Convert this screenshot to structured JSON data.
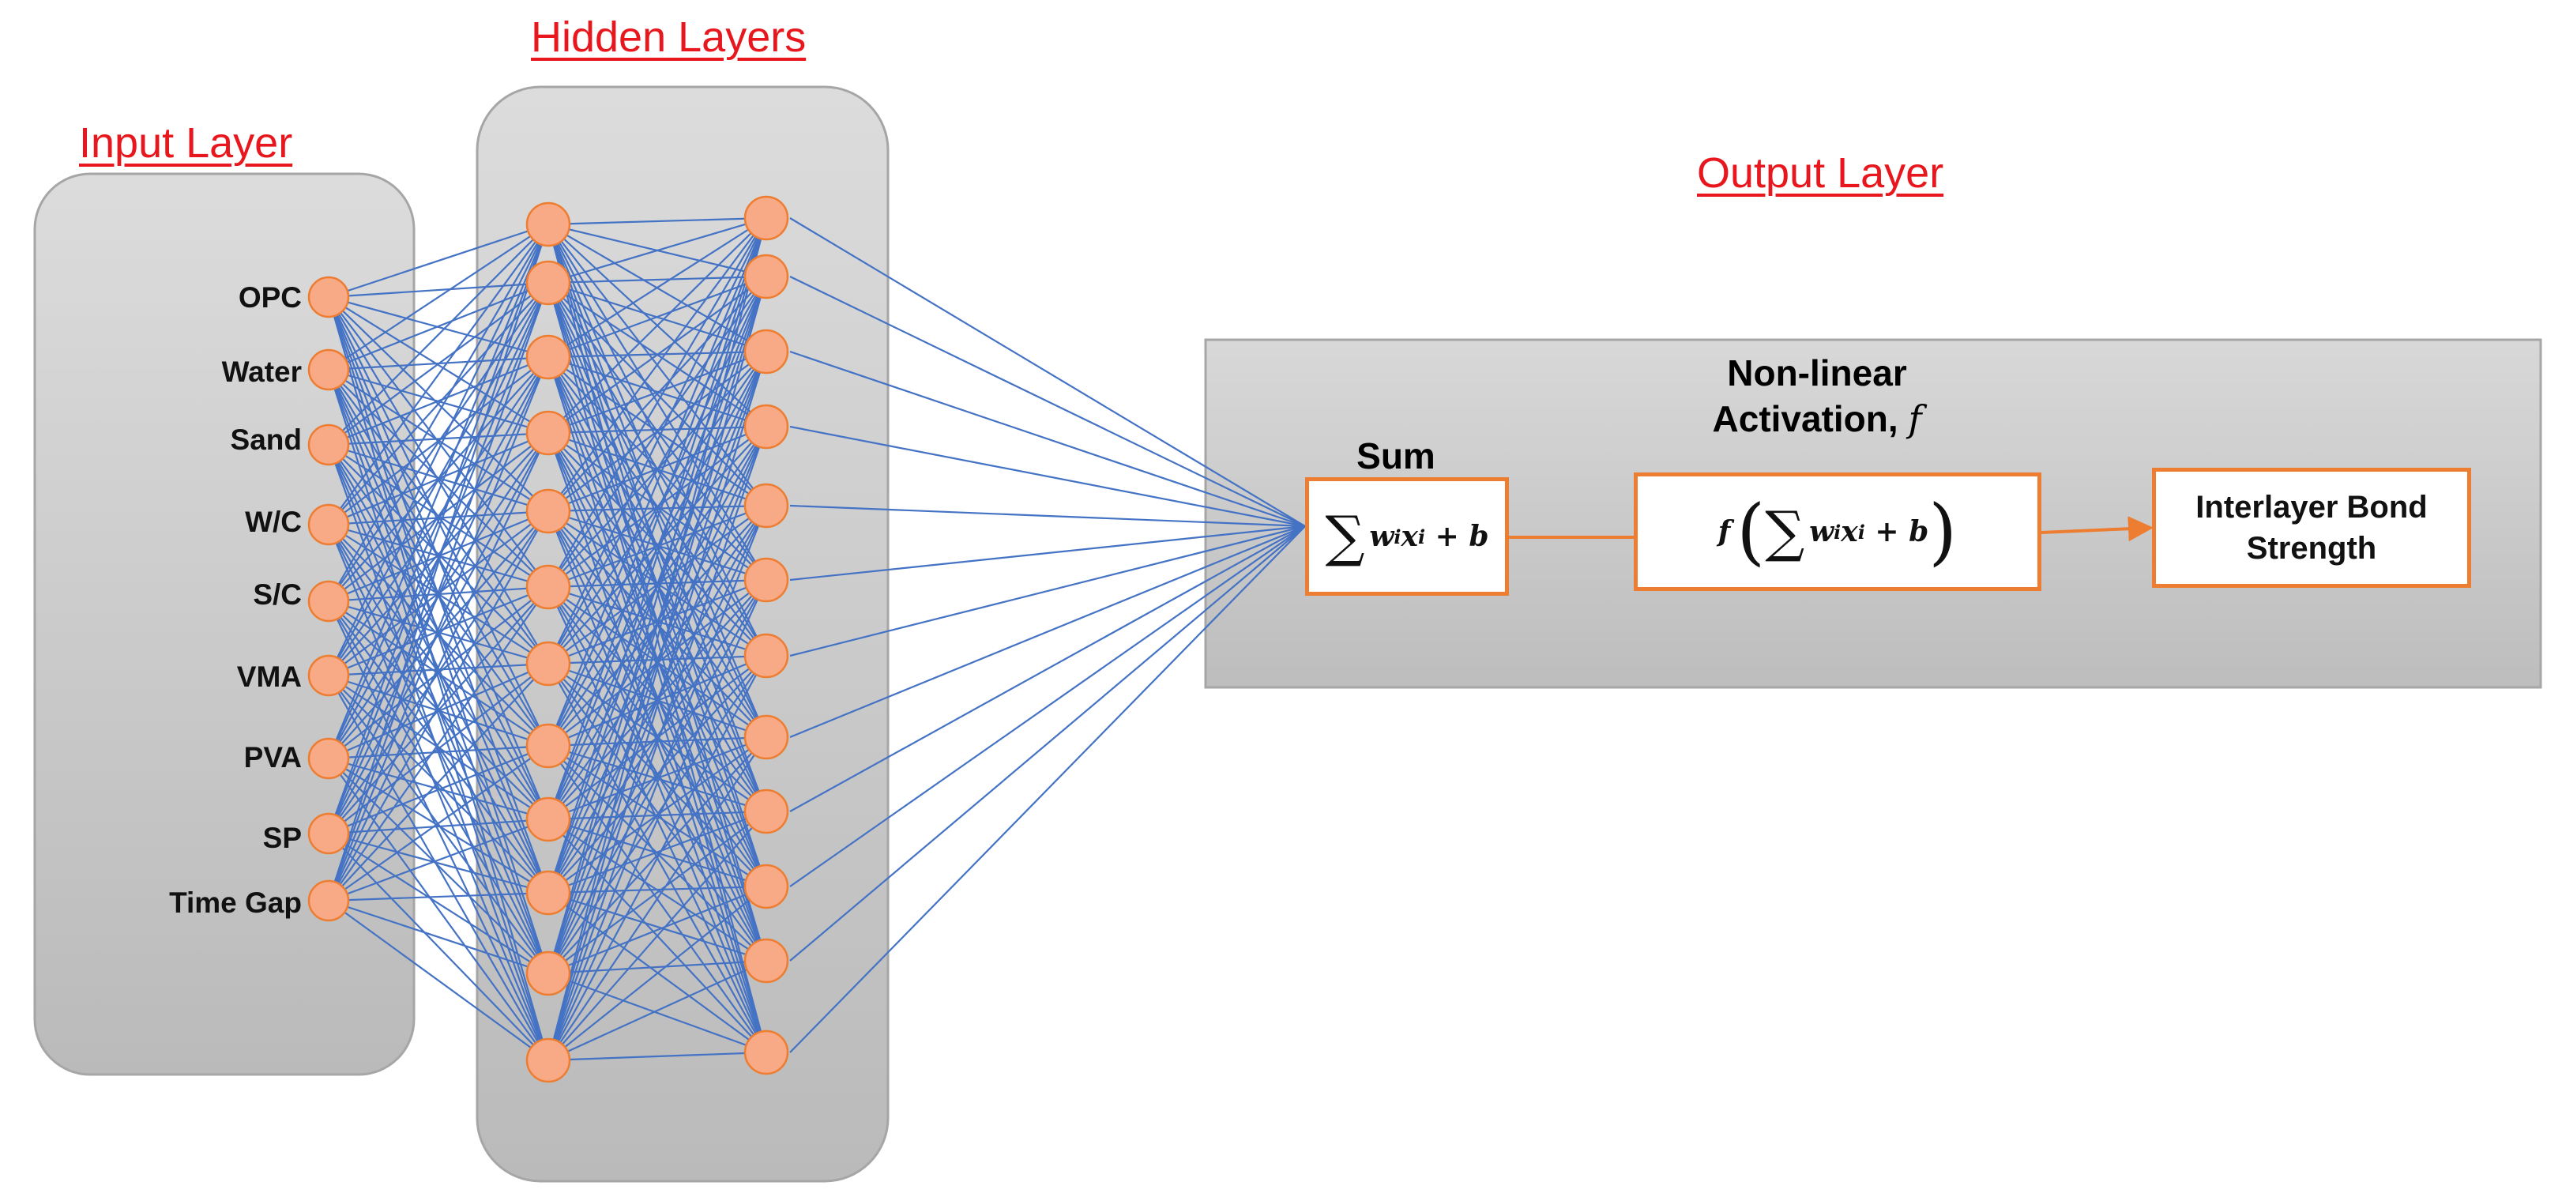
{
  "titles": {
    "input_layer": "Input Layer",
    "hidden_layers": "Hidden Layers",
    "output_layer": "Output Layer"
  },
  "inputs": [
    "OPC",
    "Water",
    "Sand",
    "W/C",
    "S/C",
    "VMA",
    "PVA",
    "SP",
    "Time Gap"
  ],
  "hidden_layer_sizes": [
    12,
    12
  ],
  "output": {
    "activation_label_line1": "Non-linear",
    "activation_label_line2": "Activation, ",
    "activation_symbol": "f",
    "sum_label": "Sum",
    "sum_formula": {
      "sigma": "∑",
      "w": "w",
      "i1": "i",
      "x": "x",
      "i2": "i",
      "plus_b": " + b"
    },
    "activation_formula": {
      "f": "f",
      "open": "(",
      "sigma": "∑",
      "w": "w",
      "i1": "i",
      "x": "x",
      "i2": "i",
      "plus_b": " + b",
      "close": ")"
    },
    "result_line1": "Interlayer Bond",
    "result_line2": "Strength"
  },
  "colors": {
    "title_red": "#e8171d",
    "neuron_fill": "#f8a985",
    "neuron_stroke": "#ed7d31",
    "connection": "#4472c4",
    "box_orange": "#ed7d31",
    "panel_top": "#dcdcdc",
    "panel_bottom": "#bdbdbd"
  }
}
